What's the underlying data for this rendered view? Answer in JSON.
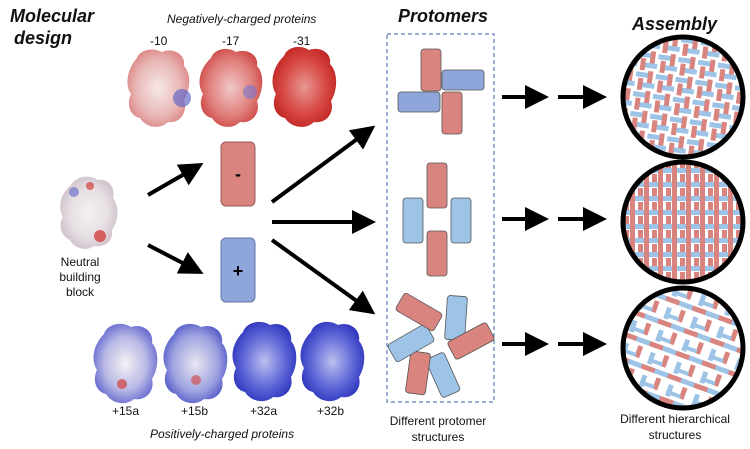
{
  "headings": {
    "molecular_design_line1": "Molecular",
    "molecular_design_line2": "design",
    "protomers": "Protomers",
    "assembly": "Assembly"
  },
  "negative": {
    "title": "Negatively-charged proteins",
    "charges": [
      "-10",
      "-17",
      "-31"
    ]
  },
  "positive": {
    "title": "Positively-charged proteins",
    "labels": [
      "+15a",
      "+15b",
      "+32a",
      "+32b"
    ]
  },
  "neutral": {
    "line1": "Neutral",
    "line2": "building",
    "line3": "block"
  },
  "blocks": {
    "minus": "-",
    "plus": "+"
  },
  "captions": {
    "protomers_line1": "Different protomer",
    "protomers_line2": "structures",
    "assembly_line1": "Different hierarchical",
    "assembly_line2": "structures"
  },
  "colors": {
    "red_block": "#d9847f",
    "blue_block": "#8ea6da",
    "light_blue": "#9dc3e6",
    "dashed_border": "#5b7bbd"
  }
}
